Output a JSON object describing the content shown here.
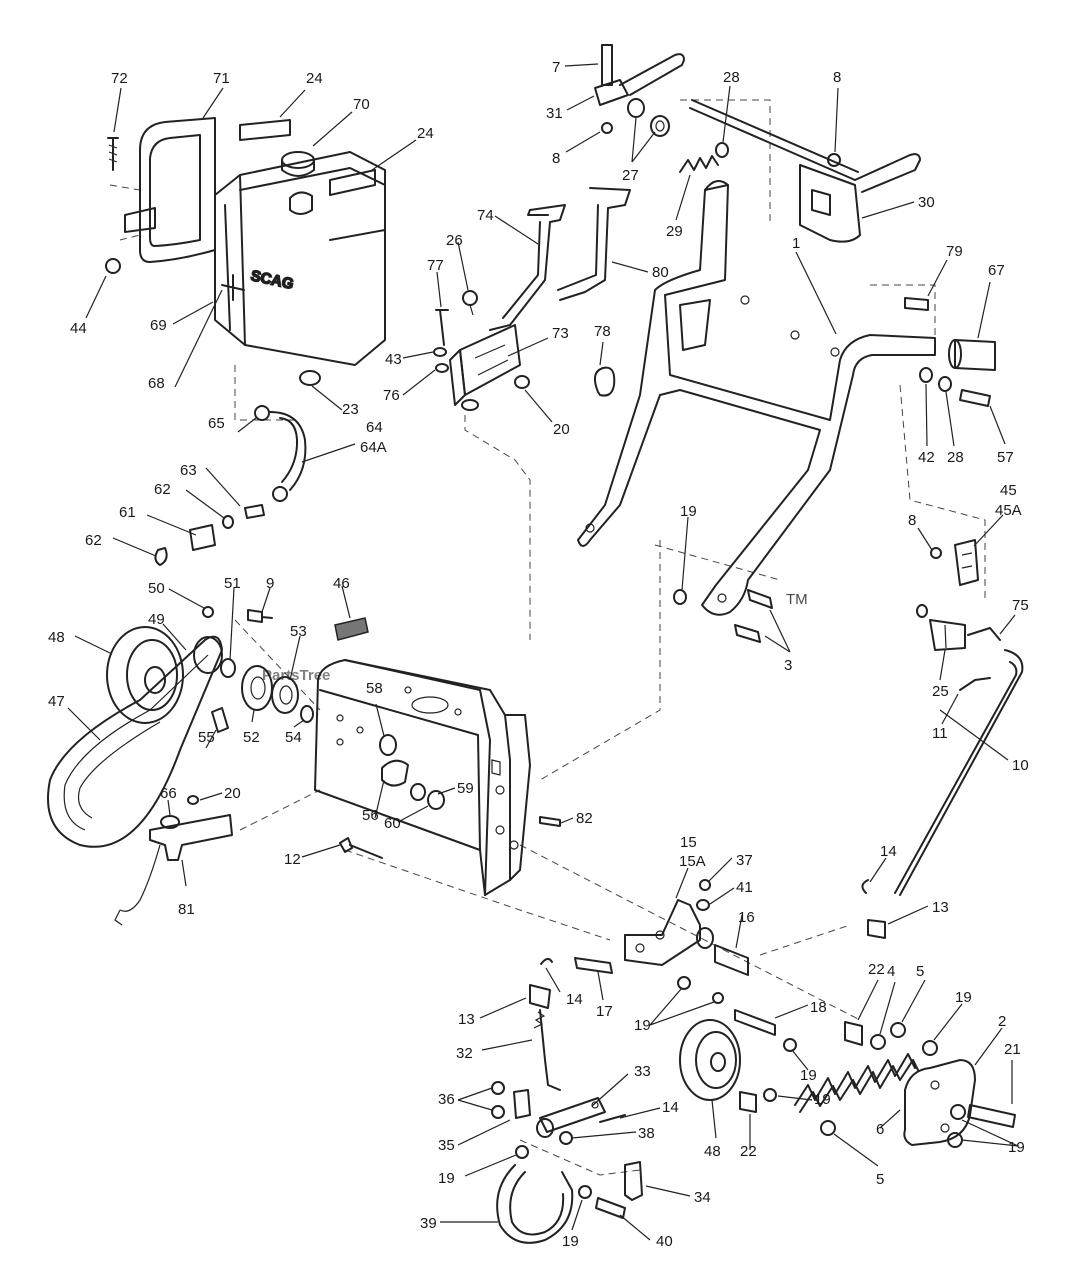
{
  "watermark": {
    "text": "PartsTree",
    "tm": "TM"
  },
  "tank_emboss": "SCAG",
  "callouts": [
    {
      "id": "c72",
      "label": "72"
    },
    {
      "id": "c71",
      "label": "71"
    },
    {
      "id": "c24a",
      "label": "24"
    },
    {
      "id": "c70",
      "label": "70"
    },
    {
      "id": "c24b",
      "label": "24"
    },
    {
      "id": "c44",
      "label": "44"
    },
    {
      "id": "c69",
      "label": "69"
    },
    {
      "id": "c7",
      "label": "7"
    },
    {
      "id": "c31",
      "label": "31"
    },
    {
      "id": "c8a",
      "label": "8"
    },
    {
      "id": "c27",
      "label": "27"
    },
    {
      "id": "c28a",
      "label": "28"
    },
    {
      "id": "c8b",
      "label": "8"
    },
    {
      "id": "c30",
      "label": "30"
    },
    {
      "id": "c29",
      "label": "29"
    },
    {
      "id": "c74",
      "label": "74"
    },
    {
      "id": "c80",
      "label": "80"
    },
    {
      "id": "c26",
      "label": "26"
    },
    {
      "id": "c77",
      "label": "77"
    },
    {
      "id": "c43",
      "label": "43"
    },
    {
      "id": "c76",
      "label": "76"
    },
    {
      "id": "c73",
      "label": "73"
    },
    {
      "id": "c23",
      "label": "23"
    },
    {
      "id": "c20a",
      "label": "20"
    },
    {
      "id": "c78",
      "label": "78"
    },
    {
      "id": "c1",
      "label": "1"
    },
    {
      "id": "c79",
      "label": "79"
    },
    {
      "id": "c67",
      "label": "67"
    },
    {
      "id": "c42",
      "label": "42"
    },
    {
      "id": "c28b",
      "label": "28"
    },
    {
      "id": "c57",
      "label": "57"
    },
    {
      "id": "c68",
      "label": "68"
    },
    {
      "id": "c64",
      "label": "64"
    },
    {
      "id": "c65",
      "label": "65"
    },
    {
      "id": "c64a",
      "label": "64A"
    },
    {
      "id": "c63",
      "label": "63"
    },
    {
      "id": "c62a",
      "label": "62"
    },
    {
      "id": "c61",
      "label": "61"
    },
    {
      "id": "c62b",
      "label": "62"
    },
    {
      "id": "c19a",
      "label": "19"
    },
    {
      "id": "c45",
      "label": "45"
    },
    {
      "id": "c45a",
      "label": "45A"
    },
    {
      "id": "c8c",
      "label": "8"
    },
    {
      "id": "c50",
      "label": "50"
    },
    {
      "id": "c51",
      "label": "51"
    },
    {
      "id": "c9",
      "label": "9"
    },
    {
      "id": "c46",
      "label": "46"
    },
    {
      "id": "c48a",
      "label": "48"
    },
    {
      "id": "c49",
      "label": "49"
    },
    {
      "id": "c53",
      "label": "53"
    },
    {
      "id": "c47",
      "label": "47"
    },
    {
      "id": "c58",
      "label": "58"
    },
    {
      "id": "c55",
      "label": "55"
    },
    {
      "id": "c52",
      "label": "52"
    },
    {
      "id": "c54",
      "label": "54"
    },
    {
      "id": "c3",
      "label": "3"
    },
    {
      "id": "c75",
      "label": "75"
    },
    {
      "id": "c25",
      "label": "25"
    },
    {
      "id": "c11",
      "label": "11"
    },
    {
      "id": "c59",
      "label": "59"
    },
    {
      "id": "c56",
      "label": "56"
    },
    {
      "id": "c60",
      "label": "60"
    },
    {
      "id": "c10",
      "label": "10"
    },
    {
      "id": "c66",
      "label": "66"
    },
    {
      "id": "c20b",
      "label": "20"
    },
    {
      "id": "c82",
      "label": "82"
    },
    {
      "id": "c15",
      "label": "15"
    },
    {
      "id": "c15a",
      "label": "15A"
    },
    {
      "id": "c37",
      "label": "37"
    },
    {
      "id": "c41",
      "label": "41"
    },
    {
      "id": "c14a",
      "label": "14"
    },
    {
      "id": "c13a",
      "label": "13"
    },
    {
      "id": "c12",
      "label": "12"
    },
    {
      "id": "c81",
      "label": "81"
    },
    {
      "id": "c16",
      "label": "16"
    },
    {
      "id": "c14b",
      "label": "14"
    },
    {
      "id": "c17",
      "label": "17"
    },
    {
      "id": "c13b",
      "label": "13"
    },
    {
      "id": "c22a",
      "label": "22"
    },
    {
      "id": "c4",
      "label": "4"
    },
    {
      "id": "c5a",
      "label": "5"
    },
    {
      "id": "c19b",
      "label": "19"
    },
    {
      "id": "c2",
      "label": "2"
    },
    {
      "id": "c18",
      "label": "18"
    },
    {
      "id": "c19c",
      "label": "19"
    },
    {
      "id": "c32",
      "label": "32"
    },
    {
      "id": "c19d",
      "label": "19"
    },
    {
      "id": "c21",
      "label": "21"
    },
    {
      "id": "c33",
      "label": "33"
    },
    {
      "id": "c36",
      "label": "36"
    },
    {
      "id": "c19e",
      "label": "19"
    },
    {
      "id": "c14c",
      "label": "14"
    },
    {
      "id": "c6",
      "label": "6"
    },
    {
      "id": "c35",
      "label": "35"
    },
    {
      "id": "c38",
      "label": "38"
    },
    {
      "id": "c48b",
      "label": "48"
    },
    {
      "id": "c22b",
      "label": "22"
    },
    {
      "id": "c5b",
      "label": "5"
    },
    {
      "id": "c19f",
      "label": "19"
    },
    {
      "id": "c19g",
      "label": "19"
    },
    {
      "id": "c34",
      "label": "34"
    },
    {
      "id": "c39",
      "label": "39"
    },
    {
      "id": "c19h",
      "label": "19"
    },
    {
      "id": "c40",
      "label": "40"
    }
  ]
}
